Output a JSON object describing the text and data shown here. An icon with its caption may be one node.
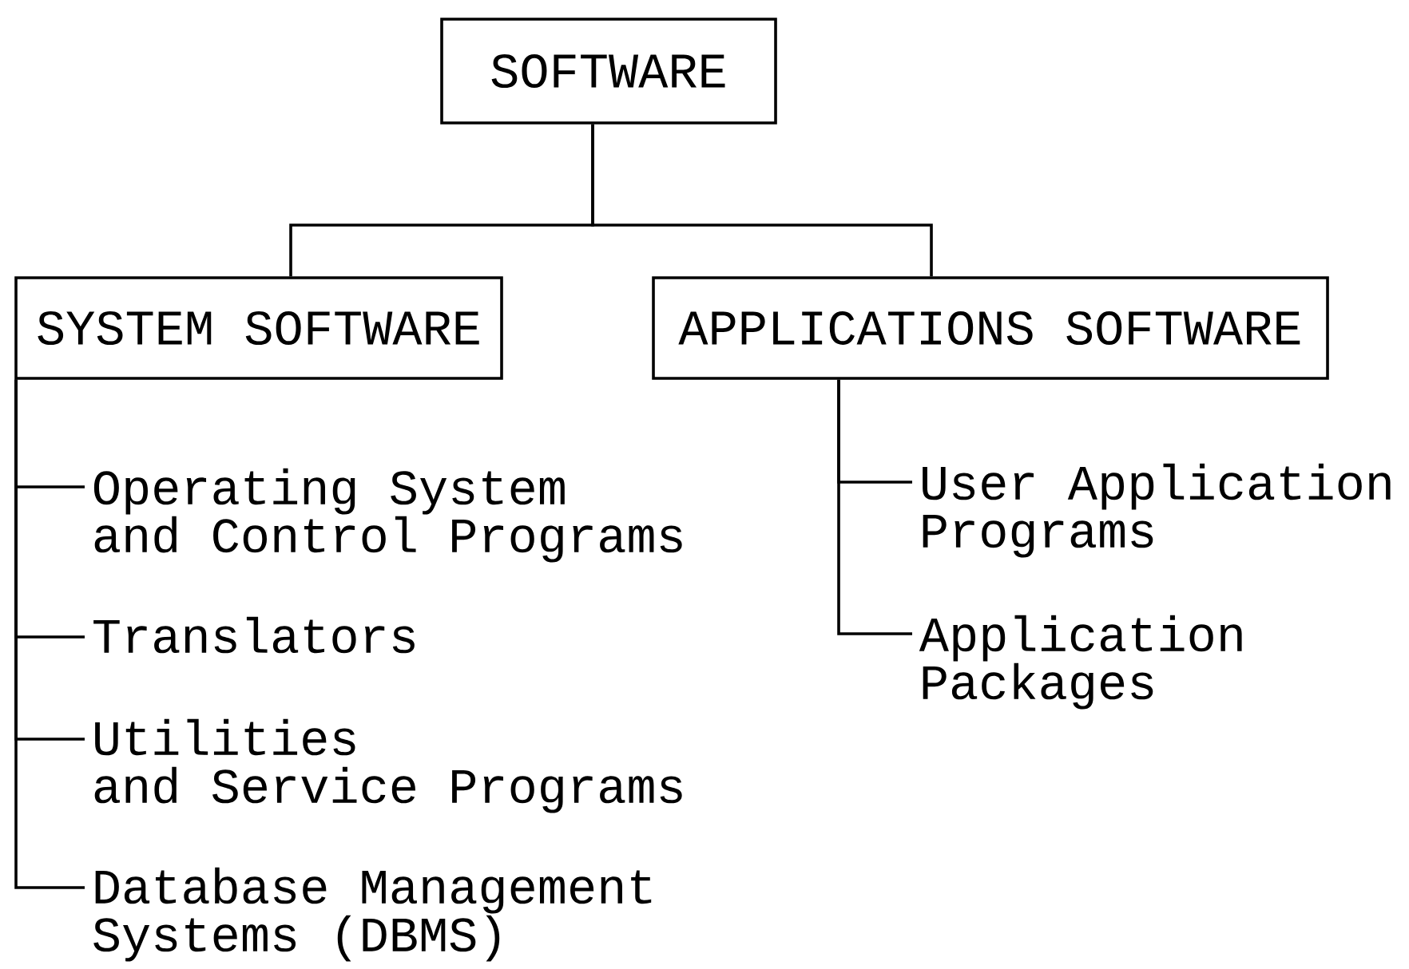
{
  "diagram": {
    "nodes": [
      {
        "text": [
          "SOFTWARE"
        ]
      },
      {
        "text": [
          "SYSTEM SOFTWARE"
        ]
      },
      {
        "text": [
          "APPLICATIONS SOFTWARE"
        ]
      },
      {
        "text": [
          "Operating System and Control Programs"
        ]
      },
      {
        "text": [
          "Translators"
        ]
      },
      {
        "text": [
          "Utilities and Service Programs"
        ]
      },
      {
        "text": [
          "Database Management Systems (DBMS)"
        ]
      },
      {
        "text": [
          "User Application Programs"
        ]
      },
      {
        "text": [
          "Application Packages"
        ]
      }
    ],
    "edges": [
      {
        "from": 0,
        "to": 1,
        "arrow": "none"
      },
      {
        "from": 0,
        "to": 2,
        "arrow": "none"
      },
      {
        "from": 1,
        "to": 3,
        "arrow": "none"
      },
      {
        "from": 1,
        "to": 4,
        "arrow": "none"
      },
      {
        "from": 1,
        "to": 5,
        "arrow": "none"
      },
      {
        "from": 1,
        "to": 6,
        "arrow": "none"
      },
      {
        "from": 2,
        "to": 7,
        "arrow": "none"
      },
      {
        "from": 2,
        "to": 8,
        "arrow": "none"
      }
    ]
  }
}
